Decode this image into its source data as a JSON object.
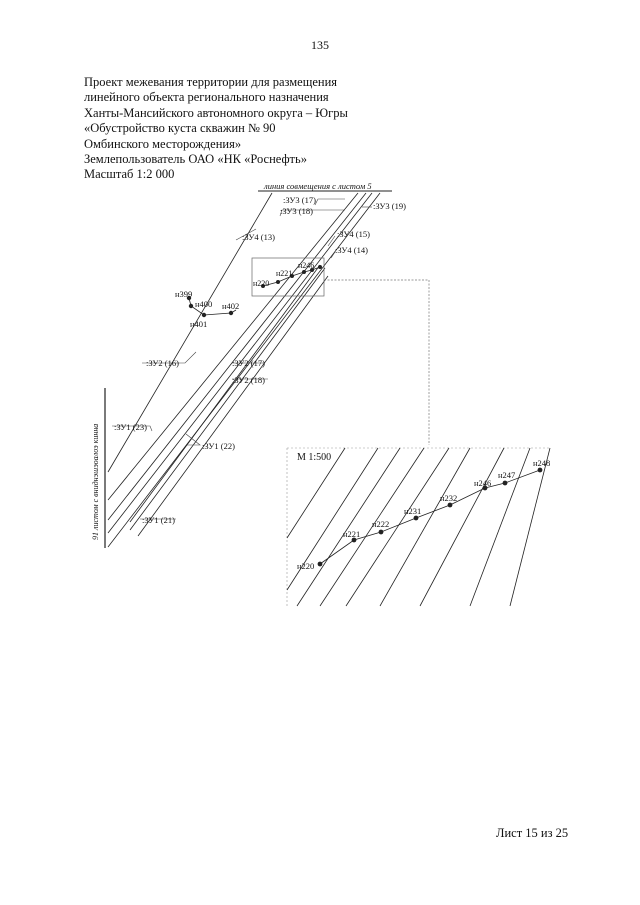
{
  "page_number": "135",
  "header_lines": [
    "Проект межевания территории для размещения",
    "линейного объекта регионального назначения",
    "Ханты-Мансийского автономного округа – Югры",
    "«Обустройство куста скважин № 90",
    "Омбинского месторождения»",
    "Землепользователь ОАО «НК «Роснефть»",
    "Масштаб 1:2 000"
  ],
  "drawing": {
    "match_line_top": "линия совмещения с листом 5",
    "match_line_left": "91 листом с вниднэшэоaлоэ кинна",
    "plots": {
      "zu3_17": ":ЗУ3 (17)",
      "zu3_18": ":ЗУ3 (18)",
      "zu3_19": ":ЗУ3 (19)",
      "zu4_13": ":ЗУ4 (13)",
      "zu4_15": ":ЗУ4 (15)",
      "zu4_14": ":ЗУ4 (14)",
      "zu2_16": ":ЗУ2 (16)",
      "zu2_17": ":ЗУ2 (17)",
      "zu2_18": ":ЗУ2 (18)",
      "zu1_23": ":ЗУ1 (23)",
      "zu1_22": ":ЗУ1 (22)",
      "zu1_21": ":ЗУ1 (21)"
    },
    "points_main": {
      "n399": "н399",
      "n400": "н400",
      "n401": "н401",
      "n402": "н402",
      "n220": "н220",
      "n221": "н221",
      "n246": "н246"
    },
    "inset_scale": "М 1:500",
    "points_inset": {
      "n220": "н220",
      "n221": "н221",
      "n222": "н222",
      "n231": "н231",
      "n232": "н232",
      "n246": "н246",
      "n247": "н247",
      "n248": "н248"
    }
  },
  "footer": "Лист 15 из 25"
}
